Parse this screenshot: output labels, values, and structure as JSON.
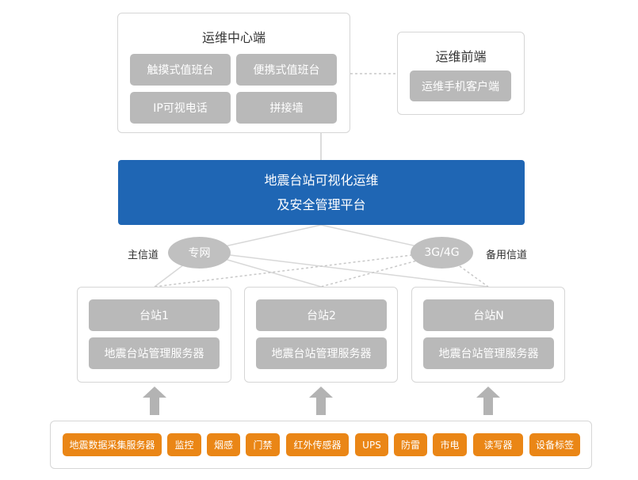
{
  "colors": {
    "platform": "#1f66b4",
    "chip": "#b9b9b9",
    "device": "#ea8616",
    "arrow": "#b3b3b3",
    "line": "#d0d0d0"
  },
  "ops_center": {
    "title": "运维中心端",
    "items": [
      "触摸式值班台",
      "便携式值班台",
      "IP可视电话",
      "拼接墙"
    ]
  },
  "ops_front": {
    "title": "运维前端",
    "items": [
      "运维手机客户端"
    ]
  },
  "platform": {
    "line1": "地震台站可视化运维",
    "line2": "及安全管理平台"
  },
  "channels": {
    "primary_label": "主信道",
    "primary_network": "专网",
    "backup_label": "备用信道",
    "backup_network": "3G/4G"
  },
  "stations": [
    {
      "name": "台站1",
      "server": "地震台站管理服务器"
    },
    {
      "name": "台站2",
      "server": "地震台站管理服务器"
    },
    {
      "name": "台站N",
      "server": "地震台站管理服务器"
    }
  ],
  "devices": [
    "地震数据采集服务器",
    "监控",
    "烟感",
    "门禁",
    "红外传感器",
    "UPS",
    "防雷",
    "市电",
    "读写器",
    "设备标签"
  ]
}
